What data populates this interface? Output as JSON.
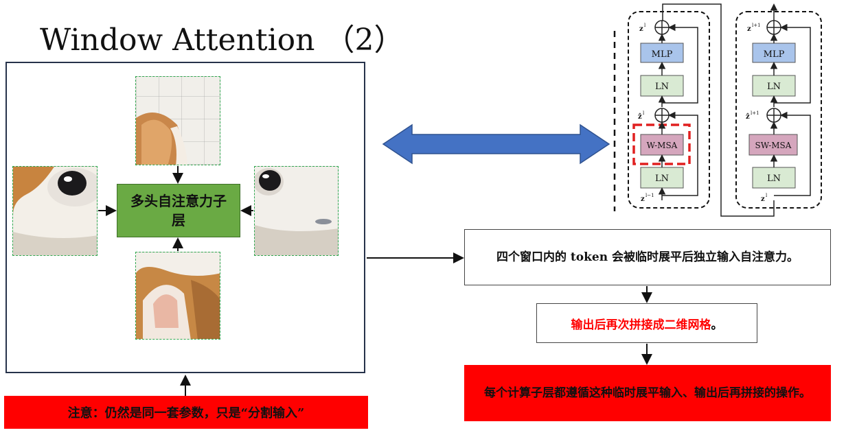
{
  "title": "Window Attention （2）",
  "center_box": {
    "label": "多头自注意力子层"
  },
  "bottom_note": "注意：仍然是同一套参数，只是“分割输入”",
  "flow": {
    "box1": "四个窗口内的 token 会被临时展平后独立输入自注意力。",
    "box2": {
      "red": "输出后再次拼接成二维网格",
      "rest": "。"
    },
    "box3": "每个计算子层都遵循这种临时展平输入、输出后再拼接的操作。"
  },
  "swin_block": {
    "left": {
      "mlp": "MLP",
      "ln_top": "LN",
      "msa": "W-MSA",
      "ln_bottom": "LN",
      "z_out": "z",
      "z_out_sup": "l",
      "z_mid": "ẑ",
      "z_mid_sup": "l",
      "z_in": "z",
      "z_in_sup": "l−1"
    },
    "right": {
      "mlp": "MLP",
      "ln_top": "LN",
      "msa": "SW-MSA",
      "ln_bottom": "LN",
      "z_out": "z",
      "z_out_sup": "l+1",
      "z_mid": "ẑ",
      "z_mid_sup": "l+1",
      "z_in": "z",
      "z_in_sup": "l"
    }
  },
  "colors": {
    "red_box": "#ff0000",
    "center_box": "#6aaa44",
    "arrow_blue": "#4472c4",
    "mlp_fill": "#a9c4eb",
    "ln_fill": "#d9ead3",
    "msa_fill": "#d5a6bd",
    "highlight_dash": "#e02020"
  },
  "icons": {
    "double_arrow": "double-headed-arrow-icon",
    "patches": "cat-photo-patch"
  }
}
